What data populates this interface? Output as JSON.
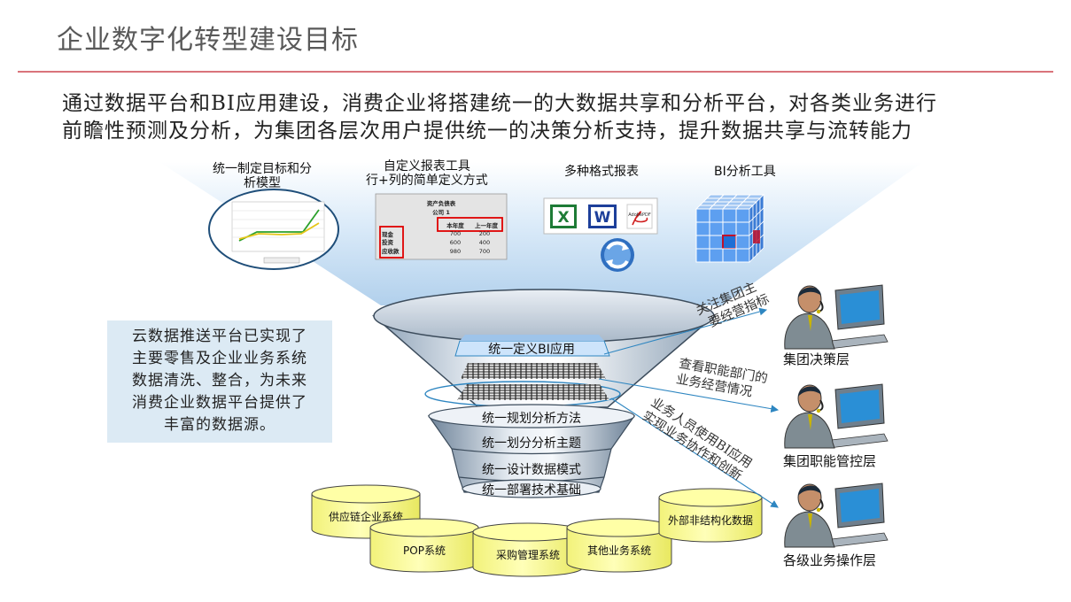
{
  "title": "企业数字化转型建设目标",
  "intro": {
    "line1": "通过数据平台和BI应用建设，消费企业将搭建统一的大数据共享和分析平台，对各类业务进行",
    "line2": "前瞻性预测及分析，为集团各层次用户提供统一的决策分析支持，提升数据共享与流转能力"
  },
  "tools": [
    {
      "line1": "统一制定目标和分",
      "line2": "析模型"
    },
    {
      "line1": "自定义报表工具",
      "line2": "行+列的简单定义方式"
    },
    {
      "line1": "多种格式报表",
      "line2": ""
    },
    {
      "line1": "BI分析工具",
      "line2": ""
    }
  ],
  "mini_table": {
    "title": "资产负债表",
    "subtitle": "公司 1",
    "col1": "本年度",
    "col2": "上一年度",
    "rows": [
      {
        "label": "现金",
        "v1": "700",
        "v2": "200"
      },
      {
        "label": "投资",
        "v1": "600",
        "v2": "400"
      },
      {
        "label": "应收款",
        "v1": "980",
        "v2": "700"
      }
    ]
  },
  "report_icons": {
    "excel": "excel-icon",
    "word": "word-icon",
    "pdf_label": "AdobePDF",
    "cycle": "refresh-cycle-icon"
  },
  "cloud_text": {
    "line1": "云数据推送平台已实现了",
    "line2": "主要零售及企业业务系统",
    "line3": "数据清洗、整合，为未来",
    "line4": "消费企业数据平台提供了",
    "line5": "丰富的数据源。"
  },
  "funnel": {
    "top_layer": "统一定义BI应用",
    "layers": [
      "统一规划分析方法",
      "统一划分分析主题",
      "统一设计数据模式",
      "统一部署技术基础"
    ]
  },
  "databases": [
    "供应链企业系统",
    "POP系统",
    "采购管理系统",
    "其他业务系统",
    "外部非结构化数据"
  ],
  "arrows": [
    {
      "line1": "关注集团主",
      "line2": "要经营指标"
    },
    {
      "line1": "查看职能部门的",
      "line2": "业务经营情况"
    },
    {
      "line1": "业务人员使用BI应用",
      "line2": "实现业务协作和创新"
    }
  ],
  "roles": [
    "集团决策层",
    "集团职能管控层",
    "各级业务操作层"
  ],
  "colors": {
    "rule": "#d9747b",
    "arrow": "#2e86c1",
    "cylinder": "#ffff99",
    "cloud_box": "#dceaf4",
    "funnel_highlight": "#cde4fb"
  }
}
